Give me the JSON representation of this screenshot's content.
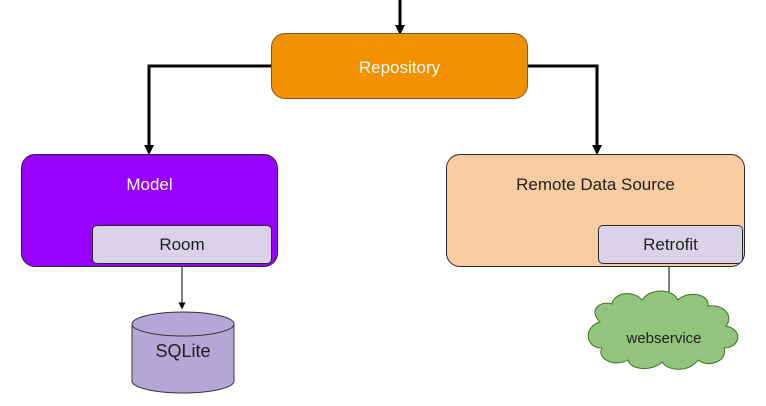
{
  "nodes": {
    "repository": "Repository",
    "model": "Model",
    "room": "Room",
    "remote_data_source": "Remote Data Source",
    "retrofit": "Retrofit",
    "sqlite": "SQLite",
    "webservice": "webservice"
  },
  "colors": {
    "repository": "#f29000",
    "model": "#9900ff",
    "remote_data_source": "#f8cba0",
    "inner_box": "#d9d2e9",
    "database": "#b4a7d6",
    "cloud": "#93c47d"
  }
}
